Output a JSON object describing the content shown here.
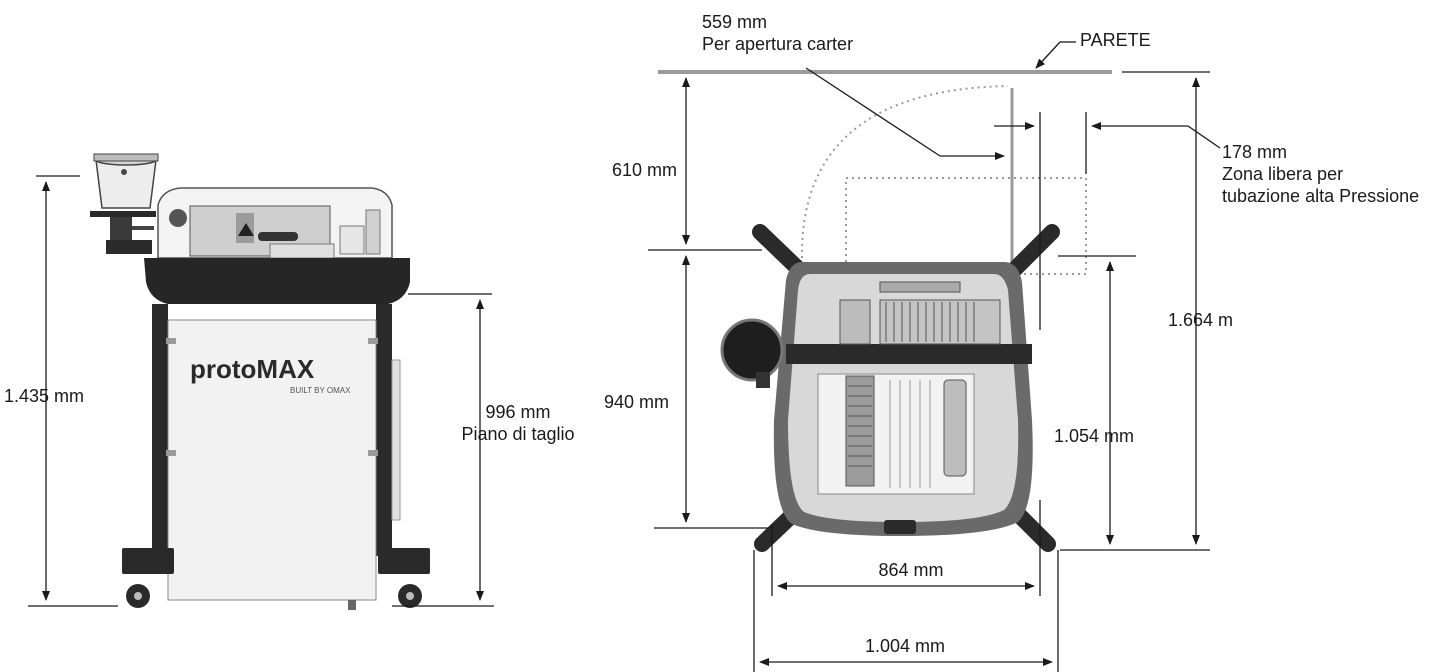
{
  "front_view": {
    "height_total": "1.435 mm",
    "cut_height_value": "996 mm",
    "cut_height_caption": "Piano di taglio",
    "brand_logo": "protoMAX",
    "brand_sub": "BUILT BY OMAX"
  },
  "top_view": {
    "wall_label": "PARETE",
    "cover_clearance_value": "559 mm",
    "cover_clearance_caption": "Per apertura carter",
    "wall_gap": "610 mm",
    "hose_clearance_value": "178 mm",
    "hose_clearance_caption_1": "Zona libera per",
    "hose_clearance_caption_2": "tubazione alta Pressione",
    "depth_body": "940 mm",
    "depth_total": "1.664 m",
    "depth_leg": "1.054 mm",
    "width_inner": "864 mm",
    "width_outer": "1.004 mm"
  },
  "colors": {
    "line": "#1a1a1a",
    "wall": "#9a9a9a",
    "frame_dark": "#2a2a2a",
    "frame_mid": "#6a6a6a",
    "panel_light": "#f2f2f2"
  }
}
